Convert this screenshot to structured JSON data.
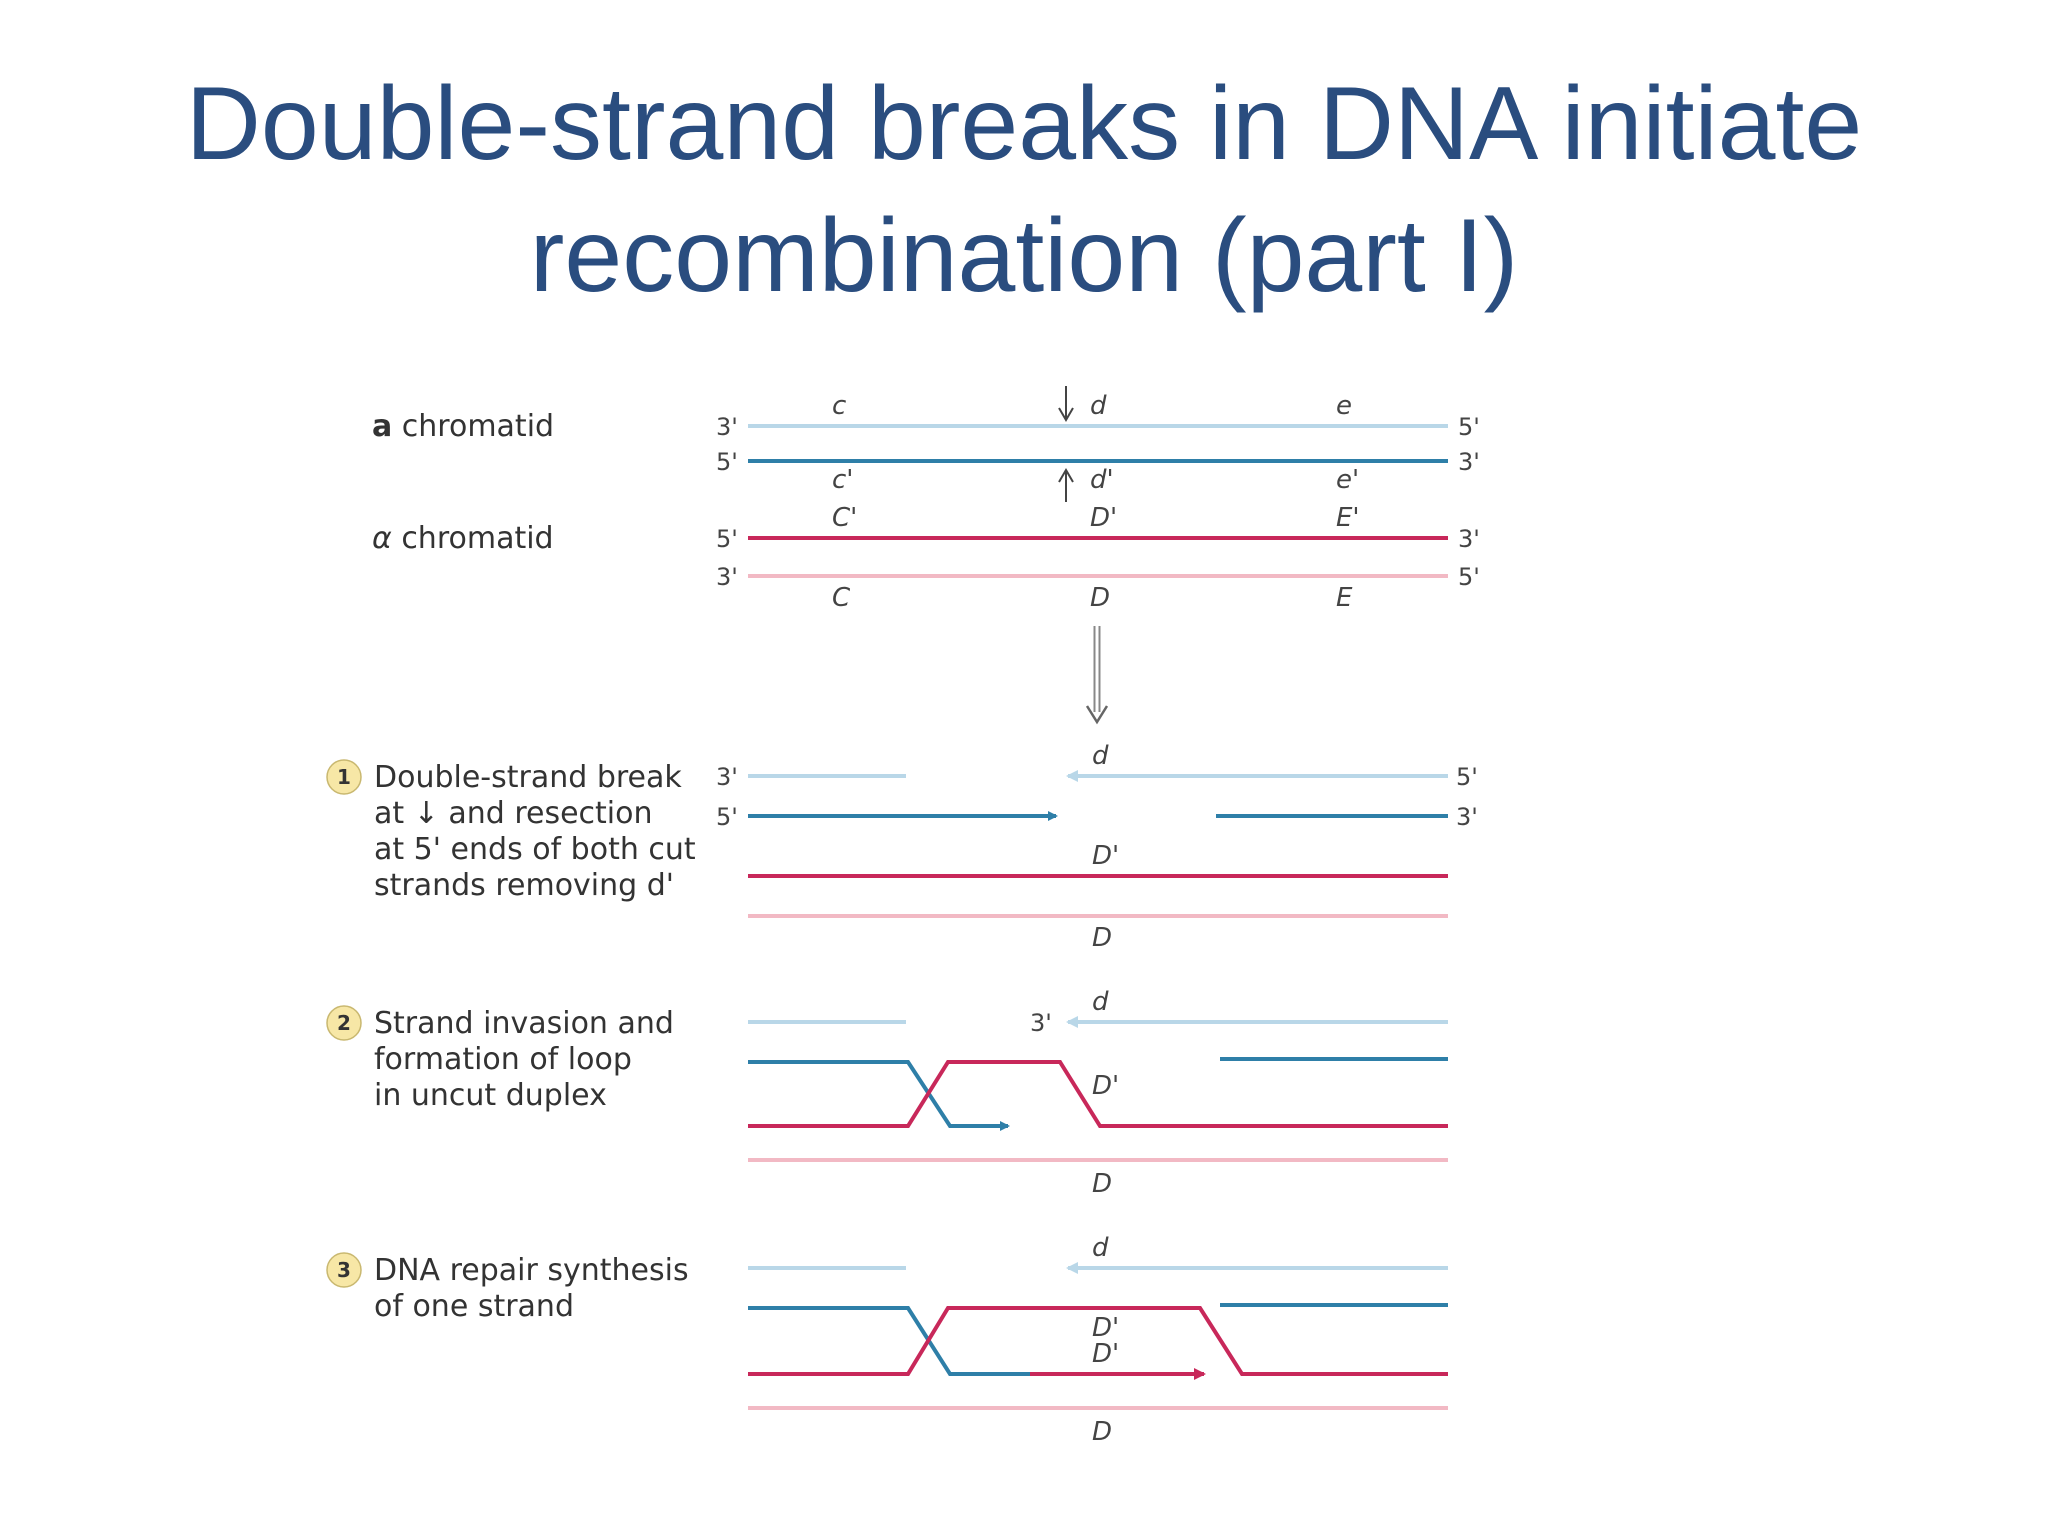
{
  "title": {
    "line1": "Double-strand breaks in DNA initiate",
    "line2": "recombination (part I)"
  },
  "chromatids": {
    "a": {
      "prefix": "a",
      "text": " chromatid"
    },
    "alpha": {
      "prefix": "α",
      "text": " chromatid"
    }
  },
  "ends": {
    "three": "3'",
    "five": "5'"
  },
  "genes": {
    "c": "c",
    "d": "d",
    "e": "e",
    "c_prime": "c'",
    "d_prime": "d'",
    "e_prime": "e'",
    "C_prime": "C'",
    "D_prime": "D'",
    "E_prime": "E'",
    "C": "C",
    "D": "D",
    "E": "E"
  },
  "steps": [
    {
      "number": "1",
      "lines": [
        "Double-strand break",
        "at ↓ and resection",
        "at 5' ends of both cut",
        "strands removing d'"
      ]
    },
    {
      "number": "2",
      "lines": [
        "Strand invasion and",
        "formation of loop",
        "in uncut duplex"
      ]
    },
    {
      "number": "3",
      "lines": [
        "DNA repair synthesis",
        "of one strand"
      ]
    }
  ],
  "colors": {
    "a_top_strand": "#b9d7e8",
    "a_bottom_strand": "#2e7fa8",
    "alpha_top_strand": "#c8285a",
    "alpha_bottom_strand": "#f2b9c4",
    "title": "#2a4d7f",
    "step_circle": "#f7e7a6"
  }
}
